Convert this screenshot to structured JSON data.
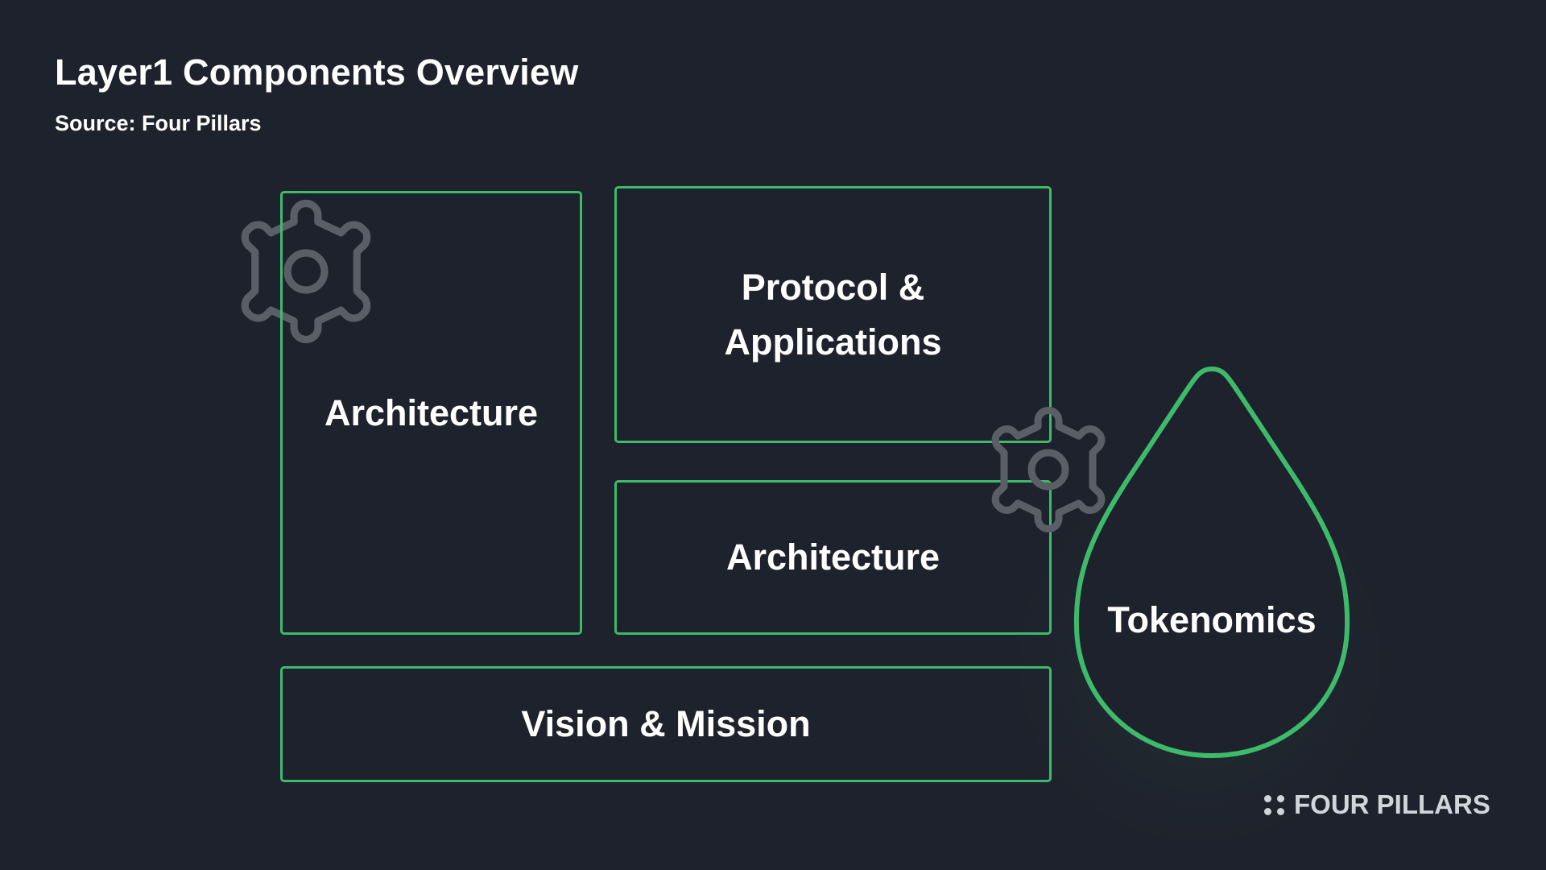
{
  "header": {
    "title": "Layer1 Components Overview",
    "source": "Source: Four Pillars"
  },
  "diagram": {
    "blocks": {
      "left": "Architecture",
      "protocol_line1": "Protocol &",
      "protocol_line2": "Applications",
      "middle": "Architecture",
      "base": "Vision & Mission",
      "drop": "Tokenomics"
    },
    "decorations": [
      "gear-icon",
      "gear-icon",
      "drop-shape"
    ]
  },
  "brand": {
    "name": "FOUR PILLARS"
  },
  "colors": {
    "background": "#1e222c",
    "accent": "#3dbb6b",
    "gear": "#5a5e66",
    "text": "#ffffff",
    "brand": "#d2d5da"
  }
}
